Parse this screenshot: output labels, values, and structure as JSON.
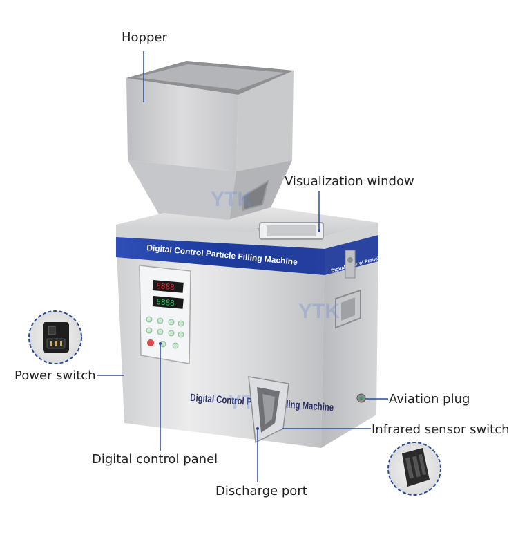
{
  "callouts": {
    "hopper": "Hopper",
    "visualization_window": "Visualization window",
    "power_switch": "Power switch",
    "aviation_plug": "Aviation plug",
    "infrared_sensor_switch": "Infrared sensor switch",
    "digital_control_panel": "Digital control panel",
    "discharge_port": "Discharge port"
  },
  "machine": {
    "band_text": "Digital Control Particle Filling Machine",
    "side_band_text": "Digital Control Particle Filling Machine",
    "front_text": "Digital Control Particle Filling Machine",
    "watermark": "YTK"
  },
  "colors": {
    "band_blue": "#1f3c9c",
    "steel_light": "#d9dadc",
    "steel_dark": "#9c9ea2",
    "leader_line": "#2a4a9a"
  }
}
